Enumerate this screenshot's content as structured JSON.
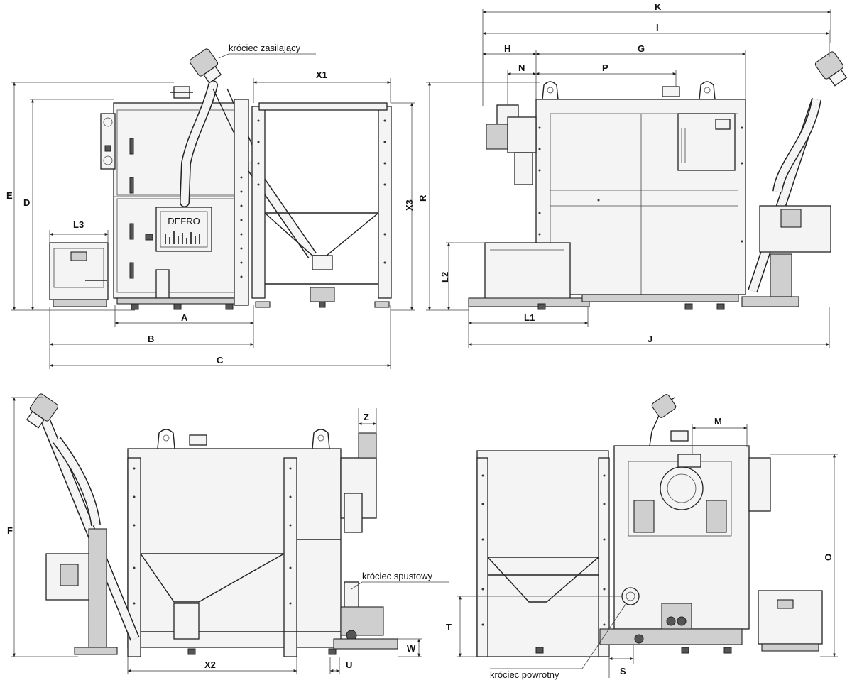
{
  "labels": {
    "K": "K",
    "I": "I",
    "H": "H",
    "G": "G",
    "N": "N",
    "P": "P",
    "X1": "X1",
    "E": "E",
    "D": "D",
    "X3": "X3",
    "R": "R",
    "L3": "L3",
    "L2": "L2",
    "L1": "L1",
    "A": "A",
    "B": "B",
    "C": "C",
    "J": "J",
    "Z": "Z",
    "M": "M",
    "F": "F",
    "O": "O",
    "T": "T",
    "W": "W",
    "U": "U",
    "X2": "X2",
    "S": "S"
  },
  "annotations": {
    "feed_inlet": "króciec zasilający",
    "drain_outlet": "króciec spustowy",
    "return_outlet": "króciec powrotny"
  },
  "controller_brand": "DEFRO"
}
